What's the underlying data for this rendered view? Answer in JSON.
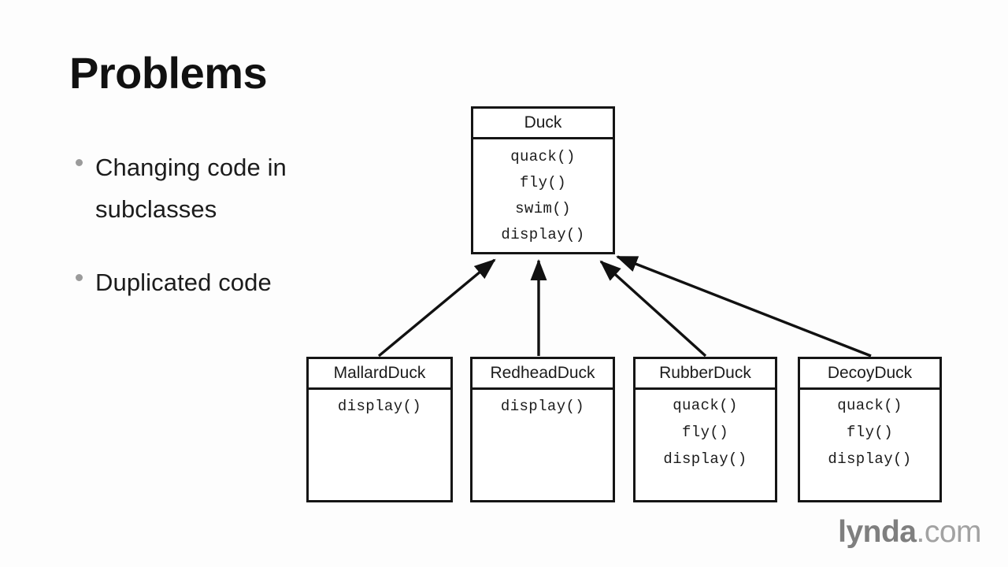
{
  "slide": {
    "title": "Problems",
    "background_color": "#fdfdfd",
    "bullets": [
      {
        "text": "Changing code in subclasses"
      },
      {
        "text": "Duplicated code"
      }
    ],
    "logo": {
      "brand": "lynda",
      "tld": ".com"
    }
  },
  "diagram": {
    "type": "uml-class-diagram",
    "relationship": "inheritance",
    "superclass": {
      "name": "Duck",
      "methods": [
        "quack()",
        "fly()",
        "swim()",
        "display()"
      ]
    },
    "subclasses": [
      {
        "name": "MallardDuck",
        "methods": [
          "display()"
        ]
      },
      {
        "name": "RedheadDuck",
        "methods": [
          "display()"
        ]
      },
      {
        "name": "RubberDuck",
        "methods": [
          "quack()",
          "fly()",
          "display()"
        ]
      },
      {
        "name": "DecoyDuck",
        "methods": [
          "quack()",
          "fly()",
          "display()"
        ]
      }
    ],
    "edges": [
      {
        "from": "MallardDuck",
        "to": "Duck"
      },
      {
        "from": "RedheadDuck",
        "to": "Duck"
      },
      {
        "from": "RubberDuck",
        "to": "Duck"
      },
      {
        "from": "DecoyDuck",
        "to": "Duck"
      }
    ],
    "line_color": "#111111"
  }
}
